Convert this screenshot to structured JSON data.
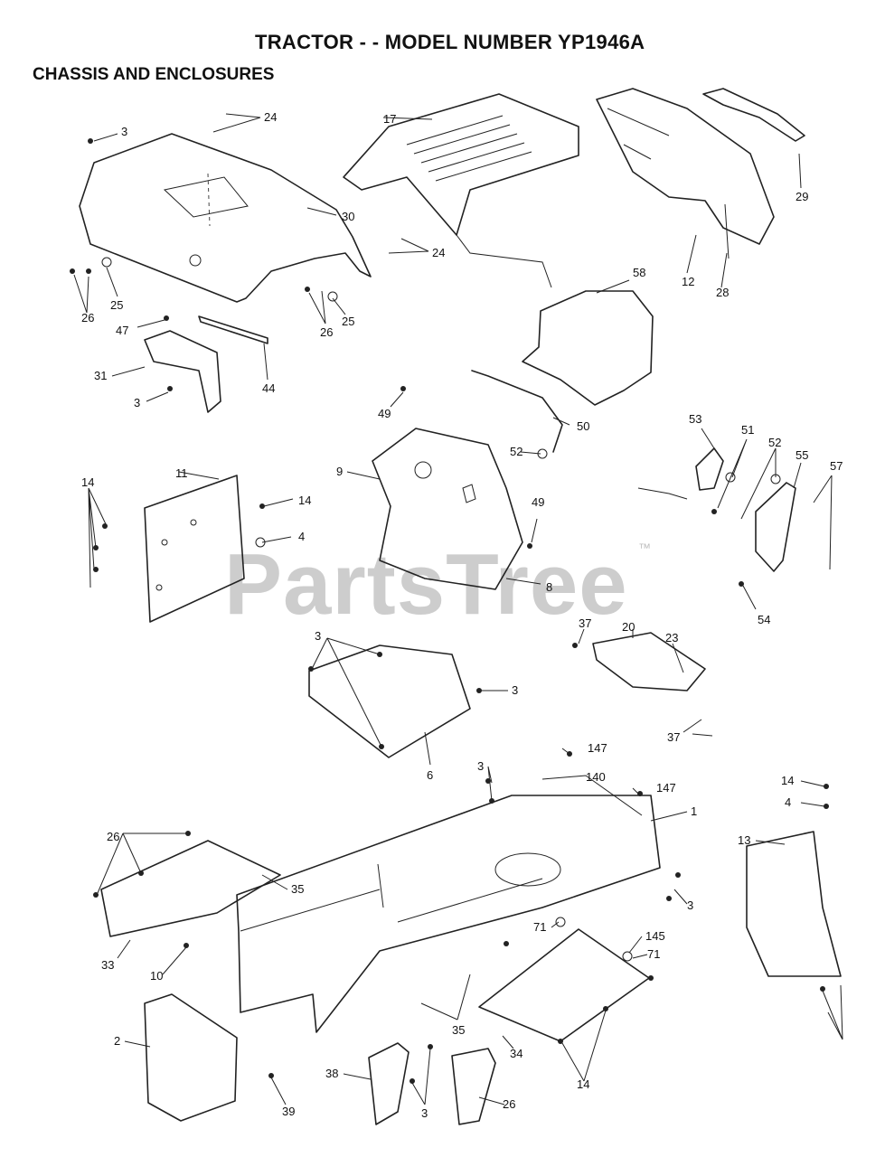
{
  "title": "TRACTOR - - MODEL NUMBER YP1946A",
  "subtitle": "CHASSIS AND ENCLOSURES",
  "watermark": "PartsTree",
  "trademark": "™",
  "callouts": [
    "3",
    "24",
    "17",
    "29",
    "30",
    "24",
    "12",
    "28",
    "25",
    "26",
    "25",
    "26",
    "58",
    "47",
    "44",
    "31",
    "3",
    "49",
    "50",
    "53",
    "51",
    "52",
    "55",
    "57",
    "52",
    "9",
    "49",
    "11",
    "14",
    "14",
    "4",
    "8",
    "54",
    "37",
    "20",
    "23",
    "3",
    "3",
    "6",
    "37",
    "147",
    "140",
    "147",
    "3",
    "1",
    "14",
    "4",
    "26",
    "13",
    "35",
    "71",
    "145",
    "71",
    "33",
    "10",
    "3",
    "35",
    "34",
    "2",
    "38",
    "3",
    "39",
    "26",
    "14"
  ]
}
